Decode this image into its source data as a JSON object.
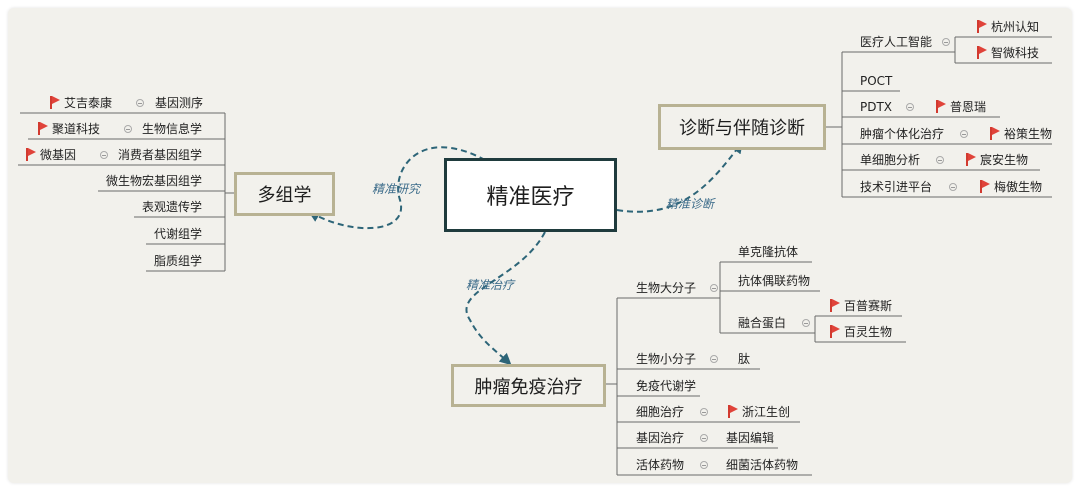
{
  "colors": {
    "background": "#f2f1ec",
    "central_border": "#1f3b3d",
    "main_border": "#b8b293",
    "link_line": "#2d6578",
    "link_text": "#3c6c8a",
    "branch_line": "#6a6a6a",
    "flag": "#e0433a"
  },
  "central": "精准医疗",
  "connectors": {
    "research": "精准研究",
    "diagnosis": "精准诊断",
    "treatment": "精准治疗"
  },
  "multiomics": {
    "title": "多组学",
    "rows": [
      {
        "flag": "艾吉泰康",
        "label": "基因测序"
      },
      {
        "flag": "聚道科技",
        "label": "生物信息学"
      },
      {
        "flag": "微基因",
        "label": "消费者基因组学"
      },
      {
        "label": "微生物宏基因组学"
      },
      {
        "label": "表观遗传学"
      },
      {
        "label": "代谢组学"
      },
      {
        "label": "脂质组学"
      }
    ]
  },
  "diagnosis": {
    "title": "诊断与伴随诊断",
    "ai": {
      "label": "医疗人工智能",
      "flags": [
        "杭州认知",
        "智微科技"
      ]
    },
    "rows": [
      {
        "label": "POCT"
      },
      {
        "label": "PDTX",
        "flag": "普恩瑞"
      },
      {
        "label": "肿瘤个体化治疗",
        "flag": "裕策生物"
      },
      {
        "label": "单细胞分析",
        "flag": "宸安生物"
      },
      {
        "label": "技术引进平台",
        "flag": "梅傲生物"
      }
    ]
  },
  "immuno": {
    "title": "肿瘤免疫治疗",
    "macro": {
      "label": "生物大分子",
      "children": [
        {
          "label": "单克隆抗体"
        },
        {
          "label": "抗体偶联药物"
        },
        {
          "label": "融合蛋白",
          "flags": [
            "百普赛斯",
            "百灵生物"
          ]
        }
      ]
    },
    "rows": [
      {
        "label": "生物小分子",
        "child": "肽"
      },
      {
        "label": "免疫代谢学"
      },
      {
        "label": "细胞治疗",
        "flag": "浙江生创"
      },
      {
        "label": "基因治疗",
        "child": "基因编辑"
      },
      {
        "label": "活体药物",
        "child": "细菌活体药物"
      }
    ]
  }
}
